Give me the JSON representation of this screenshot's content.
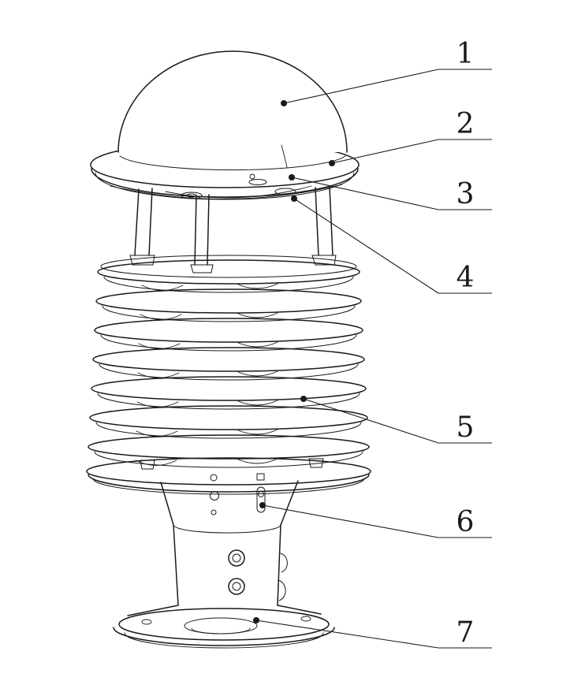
{
  "figure": {
    "background": "#ffffff",
    "line_color": "#1a1a1a"
  },
  "callouts": [
    {
      "label": "1"
    },
    {
      "label": "2"
    },
    {
      "label": "3"
    },
    {
      "label": "4"
    },
    {
      "label": "5"
    },
    {
      "label": "6"
    },
    {
      "label": "7"
    }
  ]
}
